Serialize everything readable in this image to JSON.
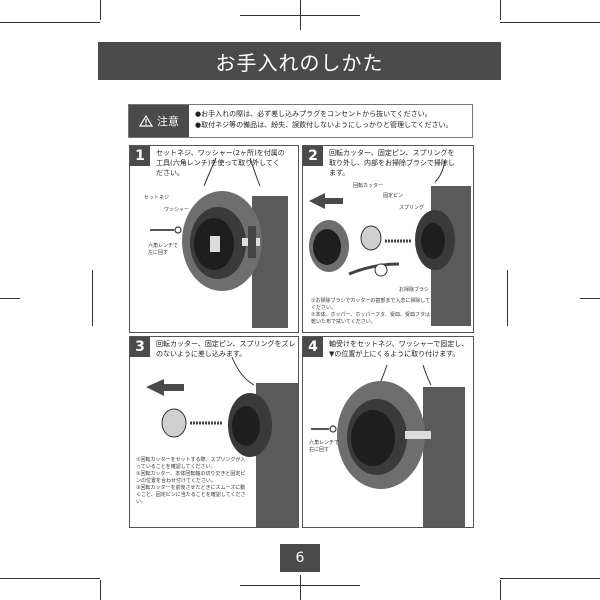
{
  "title": "お手入れのしかた",
  "caution": {
    "label": "注意",
    "lines": [
      "●お手入れの際は、必ず差し込みプラグをコンセントから抜いてください。",
      "●取付ネジ等の備品は、紛失、誤飲付しないようにしっかりと管理してください。"
    ]
  },
  "steps": [
    {
      "num": "1",
      "text": "セットネジ、ワッシャー(2ヶ所)を付属の工具(六角レンチ)を使って取り外してください。",
      "labels": [
        "セットネジ",
        "ワッシャー",
        "六角レンチで左に回す"
      ]
    },
    {
      "num": "2",
      "text": "回転カッター、固定ピン、スプリングを取り外し、内部をお掃除ブラシで掃除します。",
      "labels": [
        "回転カッター",
        "固定ピン",
        "スプリング",
        "お掃除ブラシ"
      ],
      "notes": [
        "①お掃除ブラシでカッターの歯部まで入念に掃除してください。",
        "②本体、ホッパー、ホッパーフタ、受皿、受皿フタは乾いた布で拭いてください。"
      ]
    },
    {
      "num": "3",
      "text": "回転カッター、固定ピン、スプリングをズレのないように差し込みます。",
      "notes": [
        "①回転カッターをセットする際、スプリングが入っていることを確認してください。",
        "②回転カッター、本体回転軸の切り欠きと固定ピンの位置を合わせ付けてください。",
        "③回転カッターを前後させたときにスムーズに動くこと、固定ピンに当たることを確認してください。"
      ]
    },
    {
      "num": "4",
      "text": "軸受けをセットネジ、ワッシャーで固定し、▼の位置が上にくるように取り付けます。",
      "labels": [
        "六角レンチで右に回す"
      ]
    }
  ],
  "page_number": "6"
}
